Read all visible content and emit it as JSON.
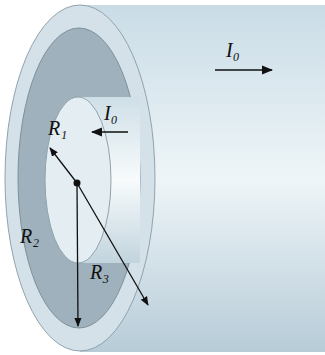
{
  "diagram": {
    "labels": [
      "I₀",
      "I₀",
      "R₁",
      "R₂",
      "R₃"
    ]
  }
}
